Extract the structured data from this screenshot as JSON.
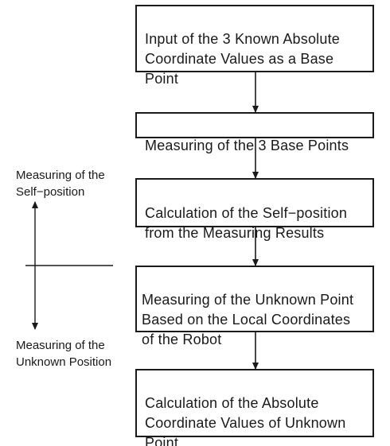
{
  "steps": [
    {
      "id": "step-1",
      "text": "Input of the 3 Known Absolute\nCoordinate Values as a Base\nPoint"
    },
    {
      "id": "step-2",
      "text": "Measuring of the 3 Base Points"
    },
    {
      "id": "step-3",
      "text": "Calculation of the Self−position\nfrom the Measuring Results"
    },
    {
      "id": "step-4",
      "text": "Measuring of the Unknown Point\nBased on the Local Coordinates\nof the Robot"
    },
    {
      "id": "step-5",
      "text": "Calculation of the Absolute\nCoordinate Values of Unknown\nPoint"
    }
  ],
  "side": {
    "top_label": "Measuring of the\nSelf−position",
    "bottom_label": "Measuring of the\nUnknown Position"
  }
}
